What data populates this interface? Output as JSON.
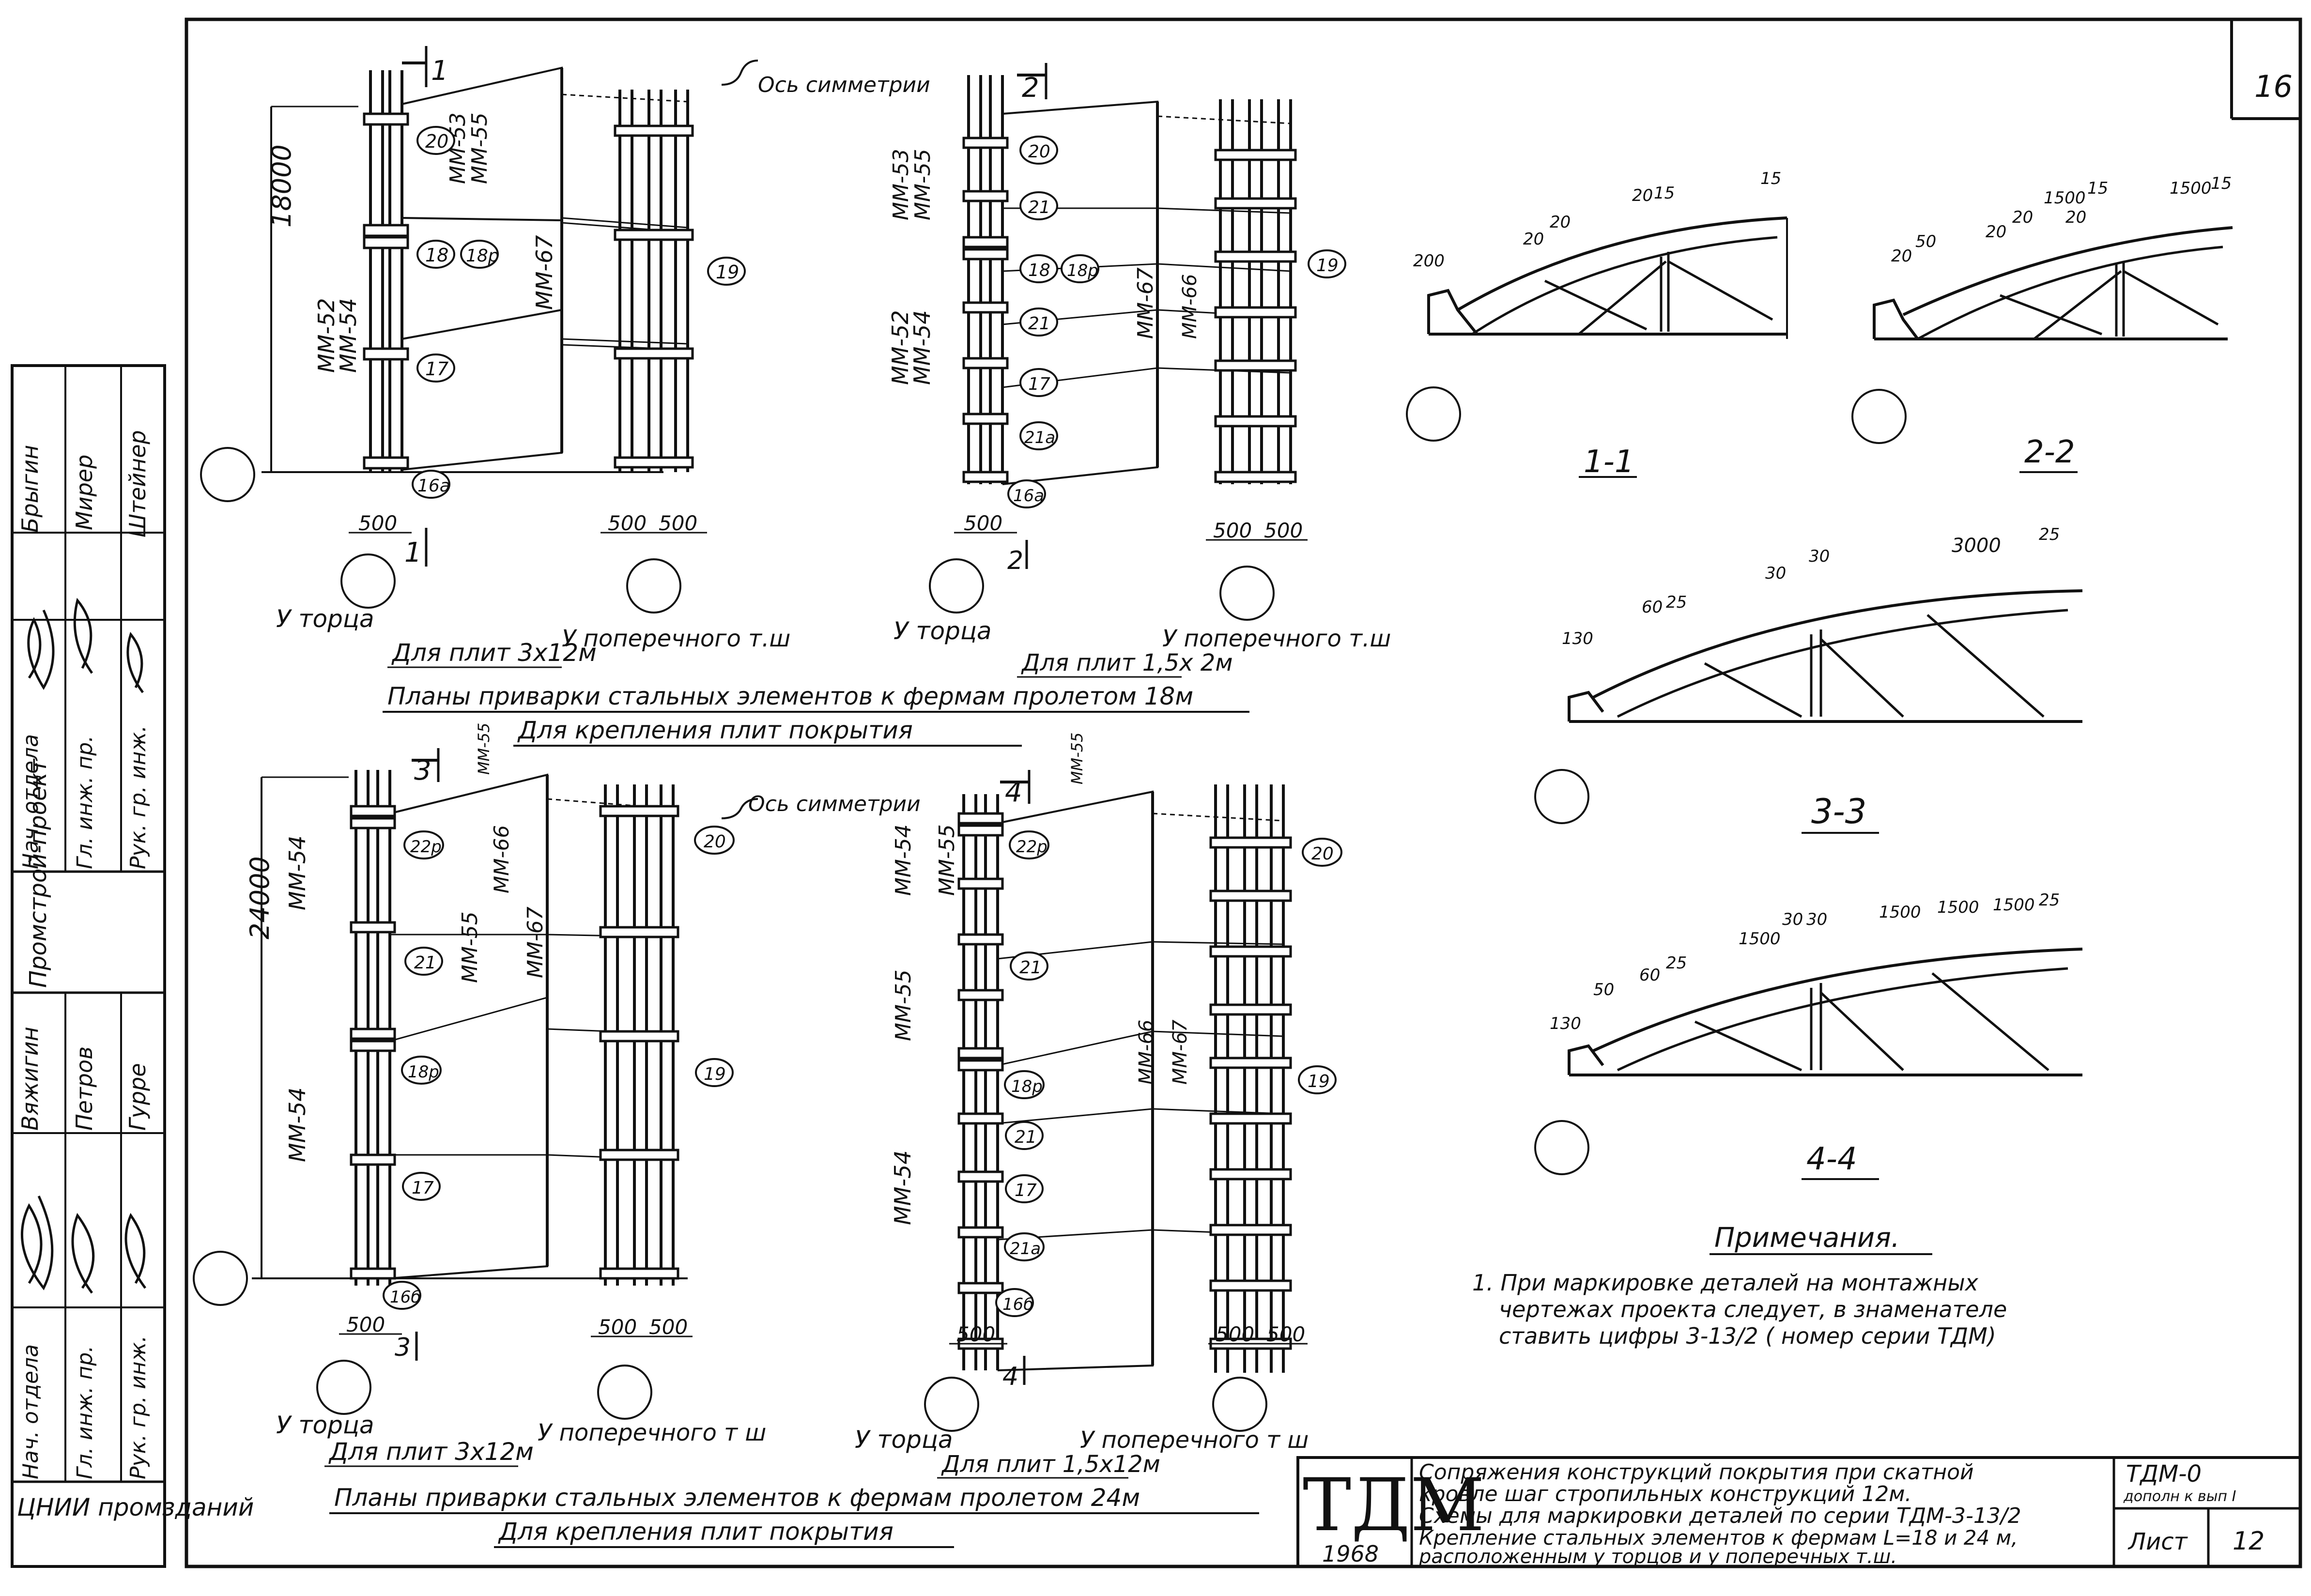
{
  "sheet_number": "16",
  "sheet_ref": "12",
  "sheet_label": "Лист",
  "series": "ТДМ-0",
  "series_sub": "дополн к вып I",
  "logo": "ТДМ",
  "year": "1968",
  "title_lines": [
    "Сопряжения конструкций покрытия при скатной",
    "кровле шаг стропильных конструкций 12м.",
    "Схемы для маркировки деталей по серии ТДМ-3-13/2",
    "Крепление стальных элементов к фермам L=18 и 24 м,",
    "расположенным у торцов и у поперечных т.ш."
  ],
  "side_stamp": {
    "org_top": "Промстрой-проект",
    "org_bottom": "ЦНИИ промзданий",
    "rows_top": [
      {
        "role": "Нач. отдела",
        "name": "Брыгин"
      },
      {
        "role": "Гл. инж. пр.",
        "name": "Мирер"
      },
      {
        "role": "Рук. гр. инж.",
        "name": "Штейнер"
      }
    ],
    "rows_bottom": [
      {
        "role": "Нач. отдела",
        "name": "Вяжигин"
      },
      {
        "role": "Гл. инж. пр.",
        "name": "Петров"
      },
      {
        "role": "Рук. гр. инж.",
        "name": "Гурре"
      }
    ]
  },
  "plan18": {
    "cut_left": "1",
    "cut_right": "2",
    "axis_left": "Ось симметрии",
    "dim": "18000",
    "marks_left": [
      "ММ-52",
      "ММ-54"
    ],
    "marks_top_left": [
      "ММ-53",
      "ММ-55"
    ],
    "mark_mid_left": "ММ-67",
    "marks_right": [
      "ММ-53",
      "ММ-55"
    ],
    "marks_right_low": [
      "ММ-52",
      "ММ-54"
    ],
    "mark_mid_right": "ММ-67",
    "mark_mid_right2": "ММ-66",
    "bubbles_left": [
      "20",
      "18",
      "18р",
      "17",
      "16а",
      "19"
    ],
    "bubbles_right": [
      "20",
      "21",
      "18",
      "18р",
      "21",
      "17",
      "21а",
      "16а",
      "19"
    ],
    "d500": "500",
    "caption_torc": "У торца",
    "caption_pop": "У поперечного т.ш",
    "caption_plit_left": "Для плит 3х12м",
    "caption_plit_right": "Для плит 1,5х 2м",
    "heading1": "Планы приварки стальных элементов к фермам пролетом 18м",
    "heading2": "Для крепления плит покрытия"
  },
  "plan24": {
    "cut_left": "3",
    "cut_right": "4",
    "axis_right": "Ось симметрии",
    "dim": "24000",
    "marks": [
      "ММ-54",
      "ММ-55",
      "ММ-66",
      "ММ-67",
      "ММ-54"
    ],
    "marks_right": [
      "ММ-54",
      "ММ-55",
      "ММ-66",
      "ММ-67",
      "ММ-54",
      "ММ-55"
    ],
    "bubbles_left": [
      "22р",
      "21",
      "18р",
      "17",
      "16б",
      "20",
      "19"
    ],
    "bubbles_right": [
      "22р",
      "21",
      "18р",
      "21",
      "17",
      "21а",
      "16б",
      "20",
      "19"
    ],
    "d500": "500",
    "caption_torc": "У торца",
    "caption_pop": "У поперечного т ш",
    "caption_plit_left": "Для плит 3х12м",
    "caption_plit_right": "Для плит 1,5х12м",
    "heading1": "Планы приварки стальных элементов к фермам пролетом 24м",
    "heading2": "Для крепления плит покрытия"
  },
  "sections": [
    {
      "label": "1-1",
      "dims": [
        "200",
        "20",
        "20",
        "20",
        "15",
        "15"
      ]
    },
    {
      "label": "2-2",
      "dims": [
        "20",
        "50",
        "20",
        "20",
        "1500",
        "15",
        "20",
        "1500",
        "15"
      ]
    },
    {
      "label": "3-3",
      "dims": [
        "130",
        "60",
        "25",
        "30",
        "30",
        "3000",
        "25"
      ]
    },
    {
      "label": "4-4",
      "dims": [
        "130",
        "50",
        "60",
        "25",
        "1500",
        "30",
        "30",
        "1500",
        "1500",
        "1500",
        "25"
      ]
    }
  ],
  "notes": {
    "heading": "Примечания.",
    "lines": [
      "1. При маркировке деталей на монтажных",
      "чертежах проекта следует, в знаменателе",
      "ставить цифры 3-13/2 ( номер серии ТДМ)"
    ]
  }
}
